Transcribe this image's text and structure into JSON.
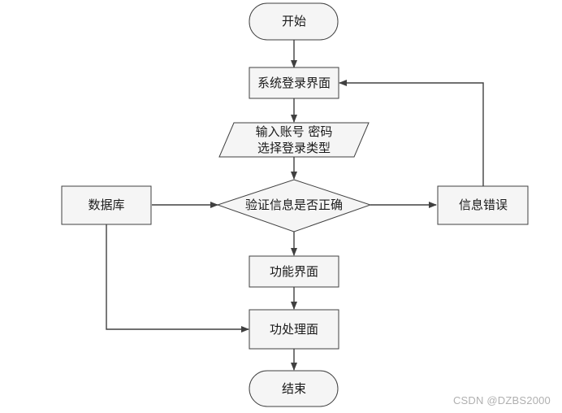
{
  "diagram": {
    "type": "flowchart",
    "nodes": {
      "start": "开始",
      "login": "系统登录界面",
      "input_line1": "输入账号 密码",
      "input_line2": "选择登录类型",
      "verify": "验证信息是否正确",
      "database": "数据库",
      "error": "信息错误",
      "function_ui": "功能界面",
      "process": "功处理面",
      "end": "结束"
    }
  },
  "watermark": "CSDN @DZBS2000"
}
